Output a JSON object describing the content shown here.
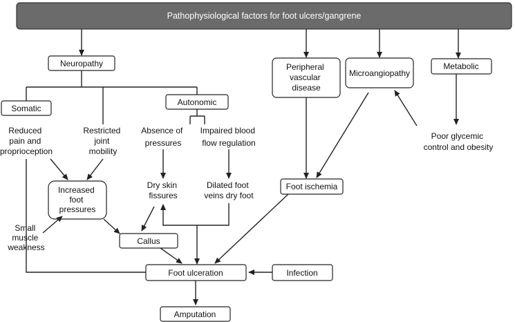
{
  "header": "Pathophysiological factors for foot ulcers/gangrene",
  "nodes": {
    "neuropathy": "Neuropathy",
    "pvd": [
      "Peripheral",
      "vascular",
      "disease"
    ],
    "microangiopathy": "Microangiopathy",
    "metabolic": "Metabolic",
    "somatic": "Somatic",
    "autonomic": "Autonomic",
    "reduced_pain": [
      "Reduced",
      "pain and",
      "proprioception"
    ],
    "restricted_joint": [
      "Restricted",
      "joint",
      "mobility"
    ],
    "absence_pressures": [
      "Absence of",
      "pressures"
    ],
    "impaired_blood": [
      "Impaired blood",
      "flow regulation"
    ],
    "poor_glycemic": [
      "Poor glycemic",
      "control and obesity"
    ],
    "increased_pressures": [
      "Increased",
      "foot",
      "pressures"
    ],
    "dry_skin": [
      "Dry skin",
      "fissures"
    ],
    "dilated_veins": [
      "Dilated foot",
      "veins dry foot"
    ],
    "foot_ischemia": "Foot ischemia",
    "small_muscle": [
      "Small",
      "muscle",
      "weakness"
    ],
    "callus": "Callus",
    "foot_ulceration": "Foot ulceration",
    "infection": "Infection",
    "amputation": "Amputation"
  }
}
